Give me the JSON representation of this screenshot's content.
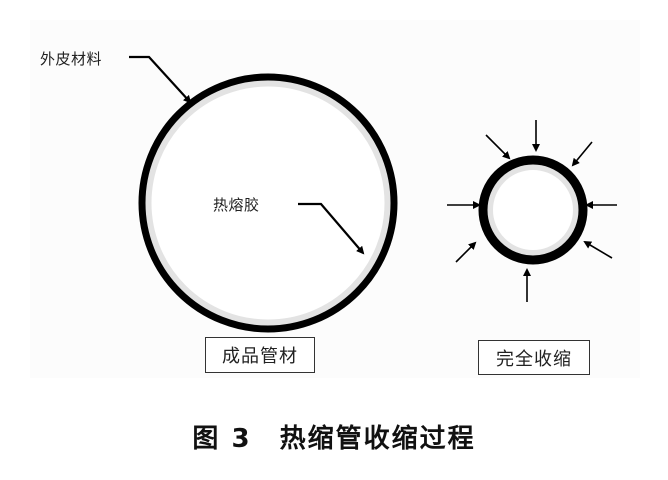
{
  "figure": {
    "labels": {
      "outer_material": "外皮材料",
      "hot_melt_adhesive": "热熔胶"
    },
    "boxes": {
      "finished_tube": "成品管材",
      "fully_shrunk": "完全收缩"
    },
    "caption": {
      "number": "图 3",
      "title": "热缩管收缩过程"
    },
    "colors": {
      "outer_ring": "#000000",
      "adhesive_layer": "#e3e3e3",
      "background": "#ffffff"
    }
  }
}
